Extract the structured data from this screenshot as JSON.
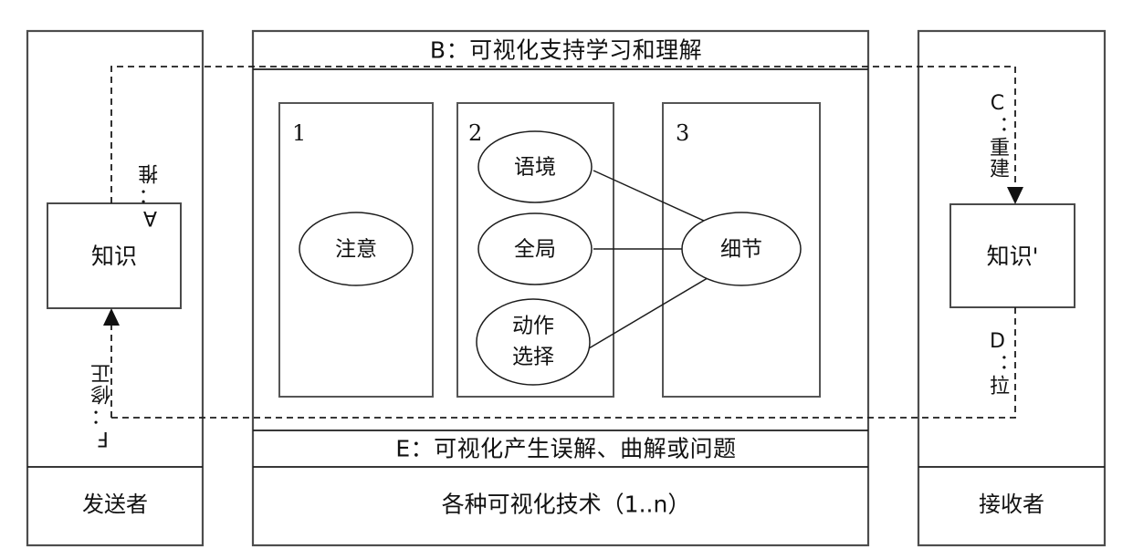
{
  "diagram": {
    "title_flow": "Visualization communication model",
    "sender_panel": {
      "name": "sender-panel",
      "role_label": "发送者",
      "knowledge_box": "知识",
      "flow_out": {
        "id": "A",
        "label": "A：推",
        "full": "A：推",
        "direction": "up-right",
        "style": "dashed"
      },
      "flow_in": {
        "id": "F",
        "label": "F：修正",
        "full": "F：修正",
        "direction": "up",
        "style": "dashed",
        "arrow": "up"
      }
    },
    "receiver_panel": {
      "name": "receiver-panel",
      "role_label": "接收者",
      "knowledge_box": "知识'",
      "flow_in": {
        "id": "C",
        "label": "C：重建",
        "full": "C：重建",
        "direction": "down",
        "style": "dashed",
        "arrow": "down"
      },
      "flow_out": {
        "id": "D",
        "label": "D：拉",
        "full": "D：拉",
        "direction": "down-left",
        "style": "dashed"
      }
    },
    "center_panel": {
      "name": "visualization-panel",
      "top_band": {
        "id": "B",
        "label": "B：可视化支持学习和理解"
      },
      "bottom_band": {
        "id": "E",
        "label": "E：可视化产生误解、曲解或问题"
      },
      "footer": "各种可视化技术（1..n）",
      "stages": [
        {
          "number": "1",
          "name": "stage-1-attention",
          "nodes": [
            {
              "label": "注意",
              "shape": "ellipse"
            }
          ]
        },
        {
          "number": "2",
          "name": "stage-2-context",
          "nodes": [
            {
              "label": "语境",
              "shape": "ellipse"
            },
            {
              "label": "全局",
              "shape": "ellipse"
            },
            {
              "label": "动作\n选择",
              "line1": "动作",
              "line2": "选择",
              "shape": "ellipse"
            }
          ]
        },
        {
          "number": "3",
          "name": "stage-3-detail",
          "nodes": [
            {
              "label": "细节",
              "shape": "ellipse"
            }
          ]
        }
      ],
      "connections": [
        {
          "from": "语境",
          "to": "细节"
        },
        {
          "from": "全局",
          "to": "细节"
        },
        {
          "from": "动作选择",
          "to": "细节"
        }
      ]
    },
    "colors": {
      "stroke": "#1c1c1c",
      "frame": "#4d4d4d",
      "background": "#ffffff"
    }
  }
}
